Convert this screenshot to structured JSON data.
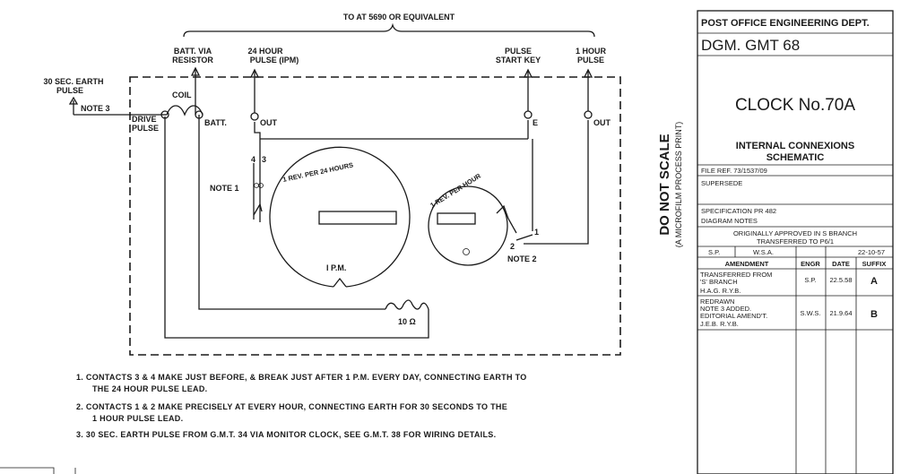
{
  "top_label": "TO AT 5690 OR EQUIVALENT",
  "connections": {
    "batt_via_resistor": [
      "BATT. VIA",
      "RESISTOR"
    ],
    "pulse_24h": [
      "24 HOUR",
      "PULSE (IPM)"
    ],
    "pulse_start_key": [
      "PULSE",
      "START KEY"
    ],
    "pulse_1h": [
      "1 HOUR",
      "PULSE"
    ],
    "earth_pulse_30s": [
      "30 SEC. EARTH",
      "PULSE"
    ]
  },
  "labels": {
    "note3": "NOTE 3",
    "coil": "COIL",
    "drive": "DRIVE",
    "pulse": "PULSE",
    "batt": "BATT.",
    "out": "OUT",
    "e": "E",
    "out2": "OUT",
    "note1": "NOTE 1",
    "note2": "NOTE 2",
    "c4": "4",
    "c3": "3",
    "c2": "2",
    "c1": "1",
    "big_wheel": "1 REV. PER 24 HOURS",
    "small_wheel": "1 REV. PER HOUR",
    "ipm": "I P.M.",
    "resistor": "10 Ω"
  },
  "scale_note": [
    "DO NOT SCALE",
    "(A MICROFILM PROCESS PRINT)"
  ],
  "notes": [
    "1.  CONTACTS 3 & 4 MAKE JUST BEFORE, & BREAK JUST AFTER 1 P.M. EVERY DAY, CONNECTING EARTH TO",
    "THE 24 HOUR PULSE LEAD.",
    "2.  CONTACTS 1 & 2 MAKE PRECISELY AT EVERY HOUR, CONNECTING EARTH FOR 30 SECONDS TO THE",
    "1 HOUR PULSE LEAD.",
    "3.  30 SEC. EARTH PULSE FROM G.M.T. 34 VIA MONITOR CLOCK, SEE G.M.T. 38 FOR WIRING DETAILS."
  ],
  "title_block": {
    "dept": "POST OFFICE ENGINEERING DEPT.",
    "drawing_no": "DGM. GMT 68",
    "title": "CLOCK No.70A",
    "subtitle": [
      "INTERNAL CONNEXIONS",
      "SCHEMATIC"
    ],
    "file_ref": "FILE REF. 73/1537/09",
    "supersede": "SUPERSEDE",
    "spec": "SPECIFICATION PR 482",
    "diagram_notes": "DIAGRAM NOTES",
    "approval": [
      "ORIGINALLY APPROVED IN S BRANCH",
      "TRANSFERRED TO P6/1"
    ],
    "sig_row": [
      "S.P.",
      "W.S.A.",
      "22-10-57"
    ],
    "headers": [
      "AMENDMENT",
      "ENGR",
      "DATE",
      "SUFFIX"
    ],
    "amendments": [
      {
        "text": [
          "TRANSFERRED FROM",
          "'S' BRANCH",
          "H.A.G.  R.Y.B."
        ],
        "engr": "S.P.",
        "date": "22.5.58",
        "suffix": "A"
      },
      {
        "text": [
          "REDRAWN",
          "NOTE 3 ADDED.",
          "EDITORIAL AMEND'T.",
          "J.E.B.  R.Y.B."
        ],
        "engr": "S.W.S.",
        "date": "21.9.64",
        "suffix": "B"
      }
    ]
  }
}
